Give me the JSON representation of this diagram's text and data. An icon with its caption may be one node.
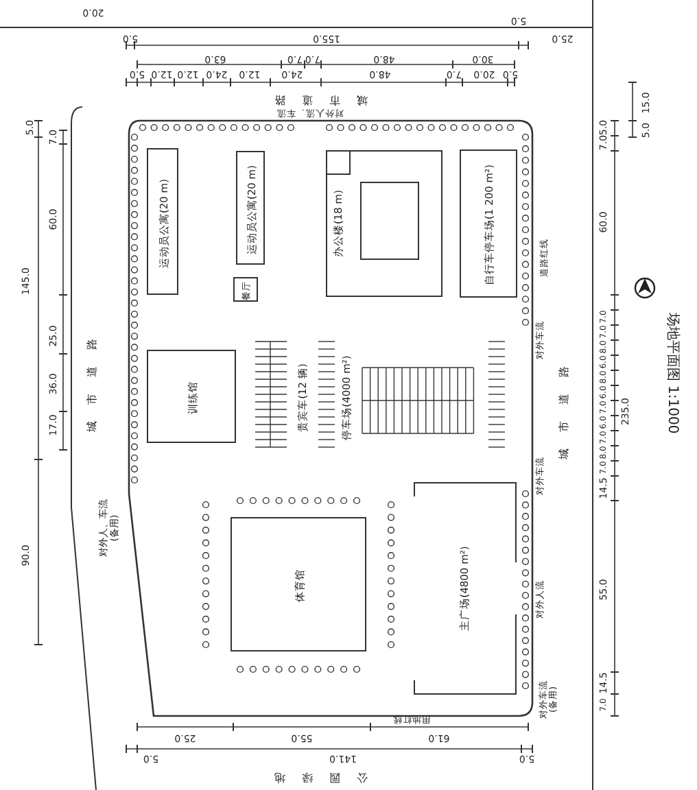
{
  "diagram": {
    "title": "场地平面图 1:1000",
    "nodes": [
      {
        "text": [
          "运动员公寓(20 m)"
        ]
      },
      {
        "text": [
          "运动员公寓(20 m)"
        ]
      },
      {
        "text": [
          "餐厅"
        ]
      },
      {
        "text": [
          "办公楼(18 m)"
        ]
      },
      {
        "text": [
          "自行车停车场(1 200 m²)"
        ]
      },
      {
        "text": [
          "训练馆"
        ]
      },
      {
        "text": [
          "贵宾车(12 辆)"
        ]
      },
      {
        "text": [
          "停车场(4000 m²)"
        ]
      },
      {
        "text": [
          "体育馆"
        ]
      },
      {
        "text": [
          "主广场(4800 m²)"
        ]
      }
    ],
    "labels": [
      "20.0",
      "5.0",
      "155.0",
      "5.0",
      "25.0",
      "63.0",
      "7.0",
      "7.0",
      "48.0",
      "30.0",
      "5.0",
      "12.0",
      "12.0",
      "24.0",
      "12.0",
      "24.0",
      "48.0",
      "7.0",
      "20.0",
      "5.0",
      "城市道路",
      "对外人流、车流",
      "5.0",
      "7.0",
      "60.0",
      "145.0",
      "25.0",
      "36.0",
      "17.0",
      "90.0",
      "城市道路",
      "对外人、车流 (备用)",
      "道路红线",
      "对外车流",
      "城市道路",
      "对外车流",
      "对外人流",
      "对外车流 (备用)",
      "15.0",
      "5.0",
      "5.0",
      "7.0",
      "60.0",
      "7.0",
      "7.0",
      "8.0",
      "6.0",
      "8.0",
      "6.0",
      "7.0",
      "6.0",
      "7.0",
      "8.0",
      "7.0",
      "235.0",
      "14.5",
      "55.0",
      "14.5",
      "7.0",
      "用地红线",
      "25.0",
      "55.0",
      "61.0",
      "5.0",
      "141.0",
      "5.0",
      "公园绿地"
    ]
  }
}
